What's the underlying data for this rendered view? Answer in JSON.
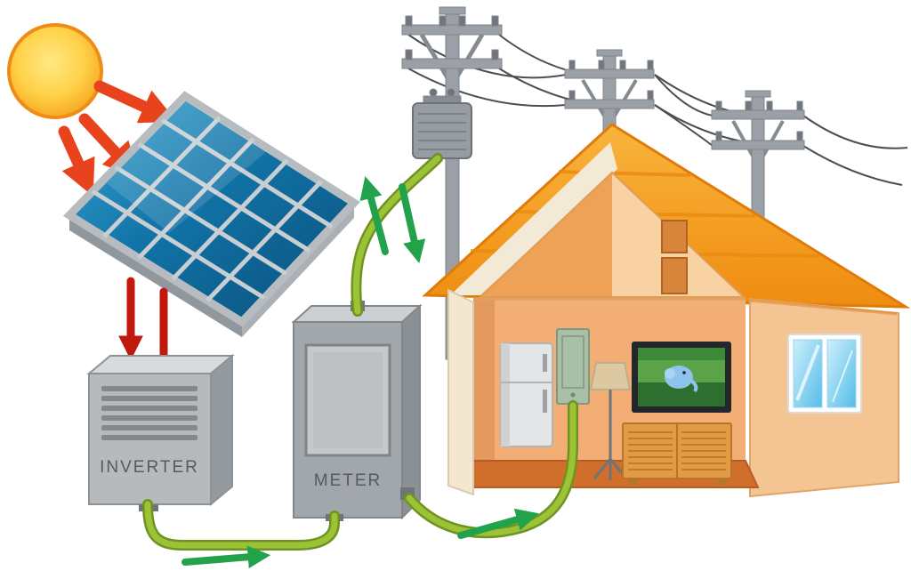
{
  "diagram": {
    "type": "illustration",
    "subject": "solar-energy-system",
    "labels": {
      "inverter": "INVERTER",
      "meter": "METER"
    },
    "components": [
      "sun",
      "sunlight-arrows",
      "solar-panel",
      "dc-power-arrows",
      "inverter",
      "meter",
      "grid-cable",
      "utility-poles",
      "transformer",
      "power-lines",
      "house",
      "refrigerator",
      "breaker-panel",
      "television",
      "floor-lamp",
      "cabinet",
      "energy-flow-arrows"
    ],
    "palette": {
      "background": "#ffffff",
      "sun_core": "#ffd24a",
      "sun_edge": "#f08c16",
      "ray_red": "#e8431c",
      "dc_red": "#c2190e",
      "panel_blue": "#1173a6",
      "panel_frame": "#b7bcc1",
      "box_gray": "#b4b8bc",
      "cable_green": "#9cc235",
      "cable_green_dark": "#6f9322",
      "flow_green": "#23a24c",
      "roof_orange": "#f59d23",
      "wall_peach": "#f5c493",
      "pole_gray": "#9aa0a6",
      "wire_dark": "#4a4f54"
    }
  }
}
